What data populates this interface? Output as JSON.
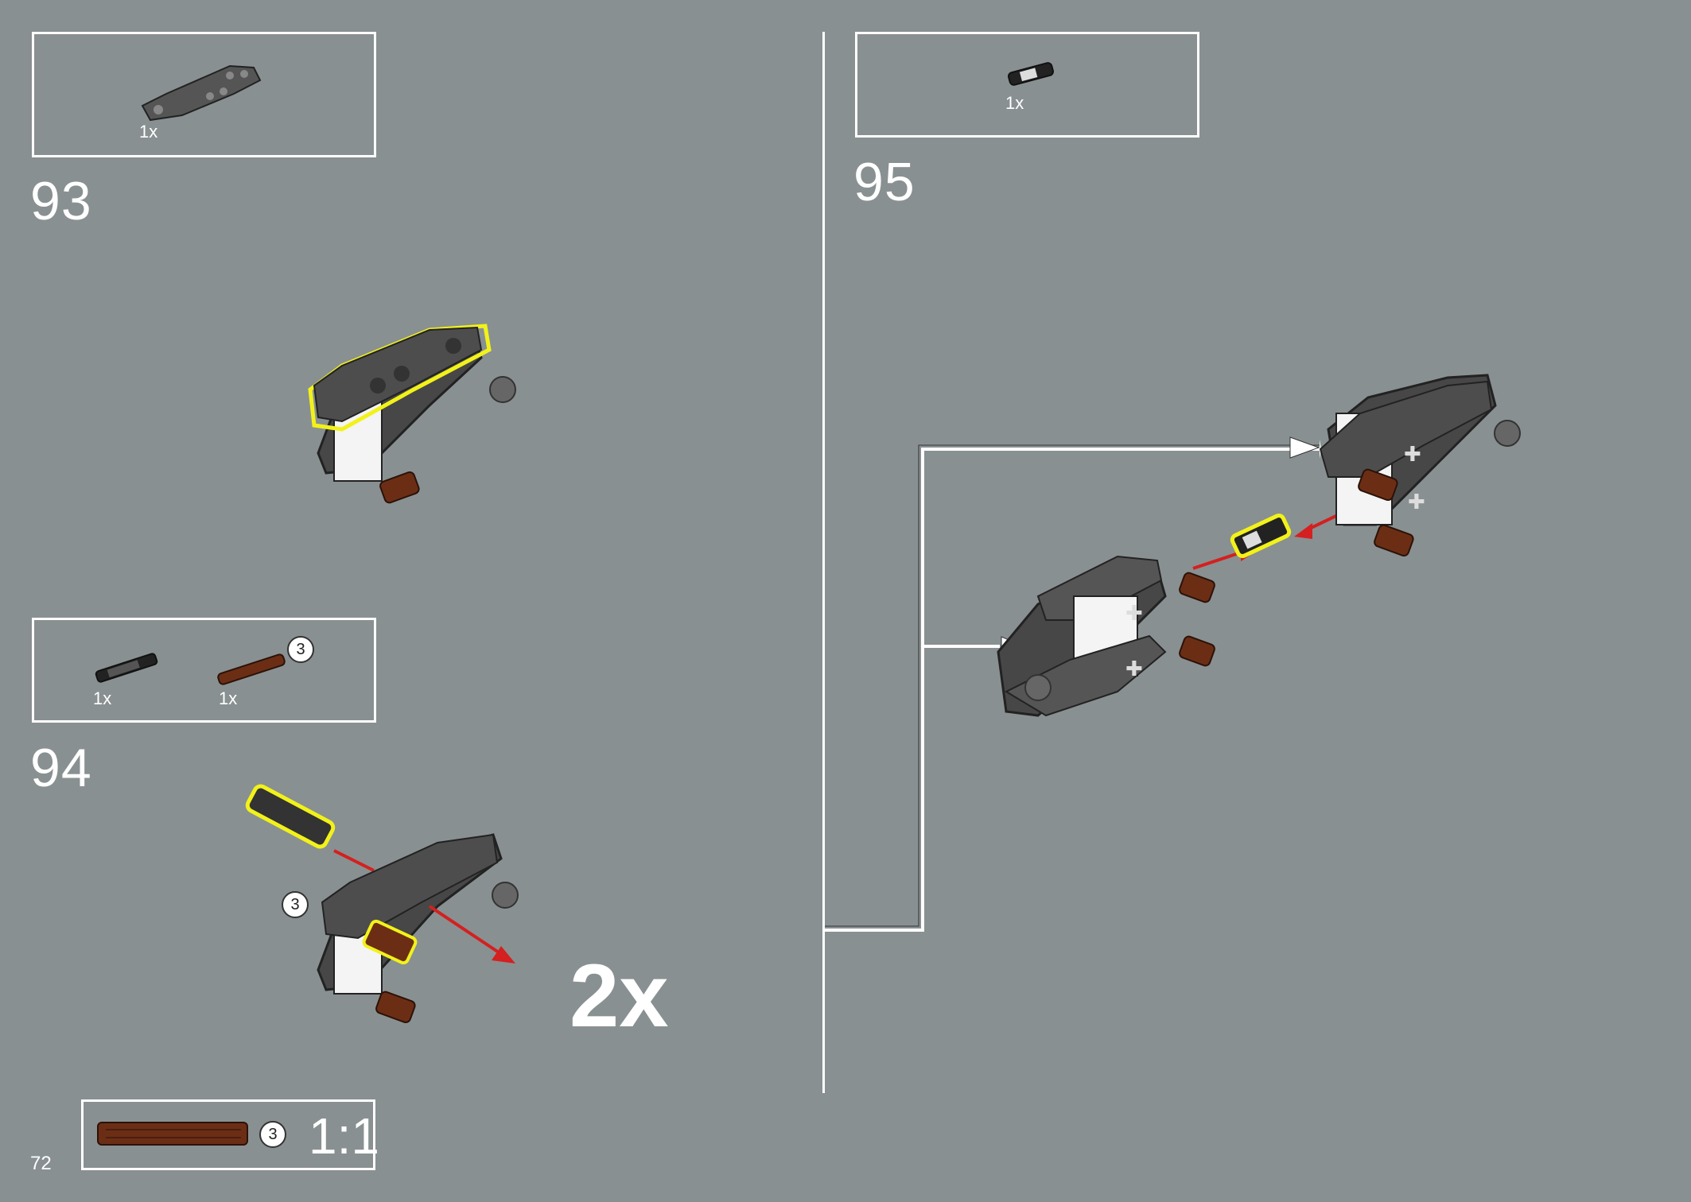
{
  "steps": [
    {
      "number": "93",
      "parts": [
        {
          "name": "dark-bluish-gray-liftarm",
          "qty": "1x"
        }
      ]
    },
    {
      "number": "94",
      "parts": [
        {
          "name": "black-axle-pin",
          "qty": "1x"
        },
        {
          "name": "reddish-brown-axle",
          "qty": "1x",
          "length_callout": "3"
        }
      ],
      "part_callout": "3",
      "multiplier": "2x"
    },
    {
      "number": "95",
      "parts": [
        {
          "name": "black-connector",
          "qty": "1x"
        }
      ]
    }
  ],
  "scale_ruler": {
    "length_callout": "3",
    "label": "1:1"
  },
  "page_number": "72",
  "colors": {
    "background": "#899091",
    "highlight": "#f2f21a",
    "arrow": "#d42020",
    "brick_dark": "#4a4a4a",
    "axle_brown": "#6b2e15"
  }
}
